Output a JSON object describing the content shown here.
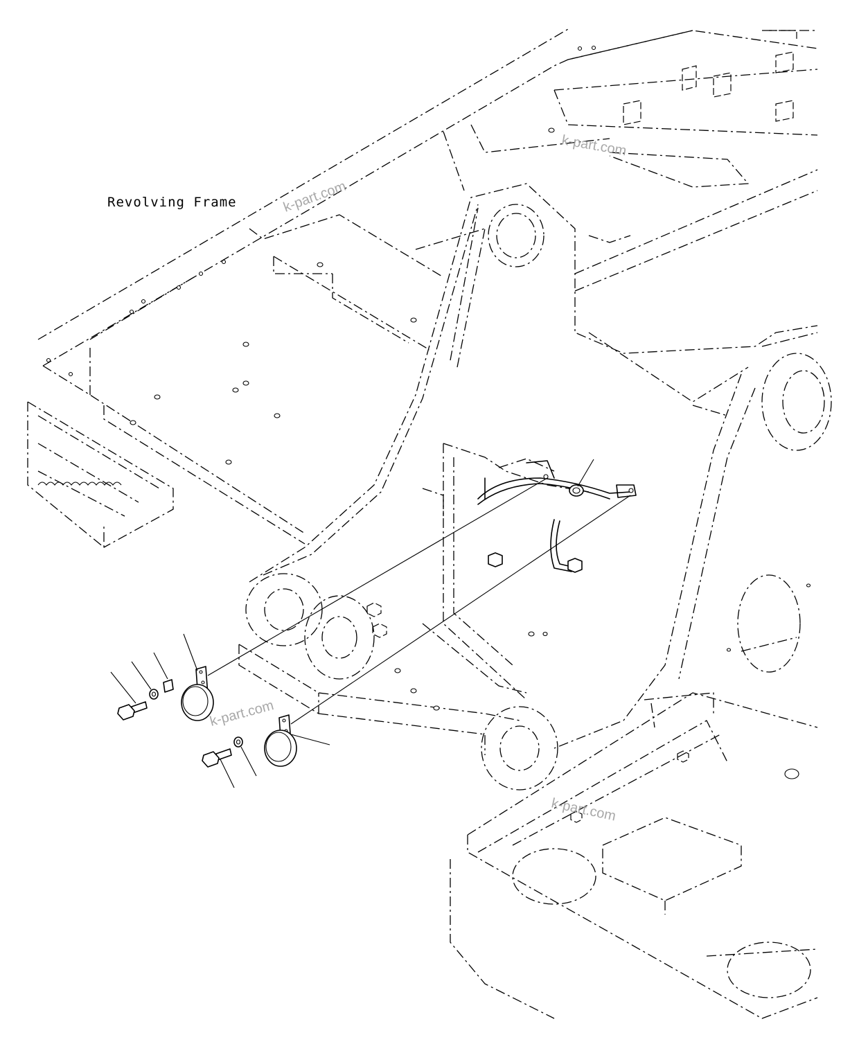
{
  "labels": {
    "revolving_frame": "Revolving Frame"
  },
  "watermarks": [
    "k-part.com",
    "k-part.com",
    "k-part.com",
    "k-part.com"
  ],
  "callouts": [
    {
      "part": "bolt-upper"
    },
    {
      "part": "washer-upper"
    },
    {
      "part": "clamp-upper"
    },
    {
      "part": "lamp-upper"
    },
    {
      "part": "lamp-lower"
    },
    {
      "part": "washer-lower"
    },
    {
      "part": "bolt-lower"
    },
    {
      "part": "harness-clip"
    }
  ]
}
